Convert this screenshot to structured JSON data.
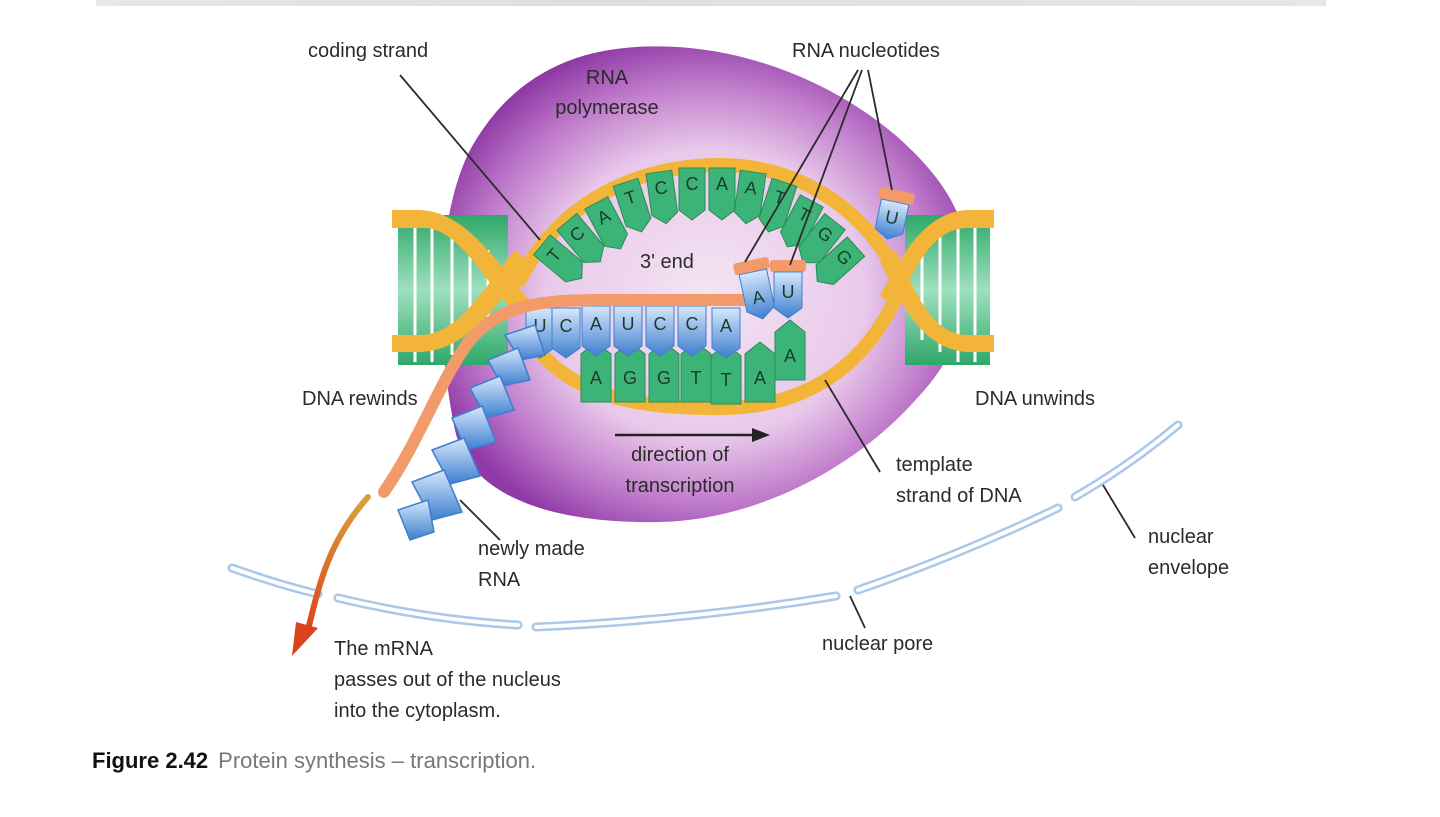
{
  "labels": {
    "coding_strand": "coding strand",
    "rna_polymerase_1": "RNA",
    "rna_polymerase_2": "polymerase",
    "rna_nucleotides": "RNA nucleotides",
    "three_prime_end": "3' end",
    "dna_rewinds": "DNA rewinds",
    "dna_unwinds": "DNA unwinds",
    "direction_1": "direction of",
    "direction_2": "transcription",
    "template_1": "template",
    "template_2": "strand of DNA",
    "newly_made_1": "newly made",
    "newly_made_2": "RNA",
    "nuclear_envelope_1": "nuclear",
    "nuclear_envelope_2": "envelope",
    "nuclear_pore": "nuclear pore",
    "mrna_1": "The mRNA",
    "mrna_2": "passes out of the nucleus",
    "mrna_3": "into the cytoplasm."
  },
  "bases": {
    "coding": [
      "T",
      "C",
      "A",
      "T",
      "C",
      "C",
      "A",
      "A",
      "T",
      "T",
      "G",
      "G"
    ],
    "template": [
      "A",
      "G",
      "G",
      "T",
      "T",
      "A",
      "A"
    ],
    "rna": [
      "U",
      "C",
      "A",
      "U",
      "C",
      "C",
      "A"
    ],
    "free_nucleotides": [
      "A",
      "U",
      "U"
    ]
  },
  "caption": {
    "number": "Figure 2.42",
    "text": "Protein synthesis – transcription."
  },
  "colors": {
    "polymerase_outer": "#a24fb5",
    "polymerase_inner": "#f0dcef",
    "dna_backbone": "#f2b53a",
    "dna_base": "#3db477",
    "rna_base": "#4d8fd6",
    "rna_backbone": "#f29a6a",
    "envelope": "#a9c9ea",
    "arrow": "#d9441f"
  }
}
